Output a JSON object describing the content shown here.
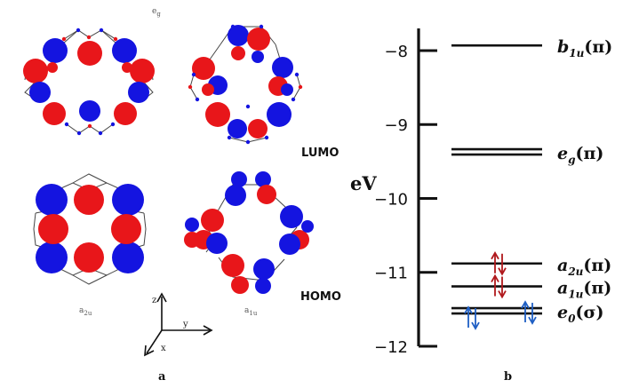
{
  "panel_a": {
    "panel_label": "a",
    "orbitals": [
      {
        "id": "eg_1",
        "symmetry_label": "eg",
        "label_main": "e",
        "label_sub": "g"
      },
      {
        "id": "eg_2",
        "symmetry_label": "",
        "label_main": "",
        "label_sub": ""
      },
      {
        "id": "a2u",
        "symmetry_label": "a2u",
        "label_main": "a",
        "label_sub": "2u"
      },
      {
        "id": "a1u",
        "symmetry_label": "a1u",
        "label_main": "a",
        "label_sub": "1u"
      }
    ],
    "frontier_labels": {
      "lumo": "LUMO",
      "homo": "HOMO"
    },
    "axes": {
      "z": "z",
      "y": "y",
      "x": "x"
    },
    "lobe_colors": {
      "positive": "#e8161a",
      "negative": "#1414e0",
      "skeleton": "#444444"
    }
  },
  "panel_b": {
    "panel_label": "b",
    "axis_unit": "eV",
    "ticks": [
      {
        "value": -8,
        "label": "−8"
      },
      {
        "value": -9,
        "label": "−9"
      },
      {
        "value": -10,
        "label": "−10"
      },
      {
        "value": -11,
        "label": "−11"
      },
      {
        "value": -12,
        "label": "−12"
      }
    ],
    "levels": [
      {
        "energy": -7.93,
        "label_main": "b",
        "label_sub": "1u",
        "label_suffix": "(π)",
        "degenerate": false,
        "electrons": 0
      },
      {
        "energy": -9.37,
        "label_main": "e",
        "label_sub": "g",
        "label_suffix": "(π)",
        "degenerate": true,
        "electrons": 0
      },
      {
        "energy": -10.88,
        "label_main": "a",
        "label_sub": "2u",
        "label_suffix": "(π)",
        "degenerate": false,
        "electrons": 2,
        "arrow_color": "#b0181c"
      },
      {
        "energy": -11.19,
        "label_main": "a",
        "label_sub": "1u",
        "label_suffix": "(π)",
        "degenerate": false,
        "electrons": 2,
        "arrow_color": "#b0181c"
      },
      {
        "energy": -11.52,
        "label_main": "e",
        "label_sub": "0",
        "label_suffix": "(σ)",
        "degenerate": true,
        "electrons": 4,
        "arrow_color": "#1f5fc4"
      }
    ]
  }
}
